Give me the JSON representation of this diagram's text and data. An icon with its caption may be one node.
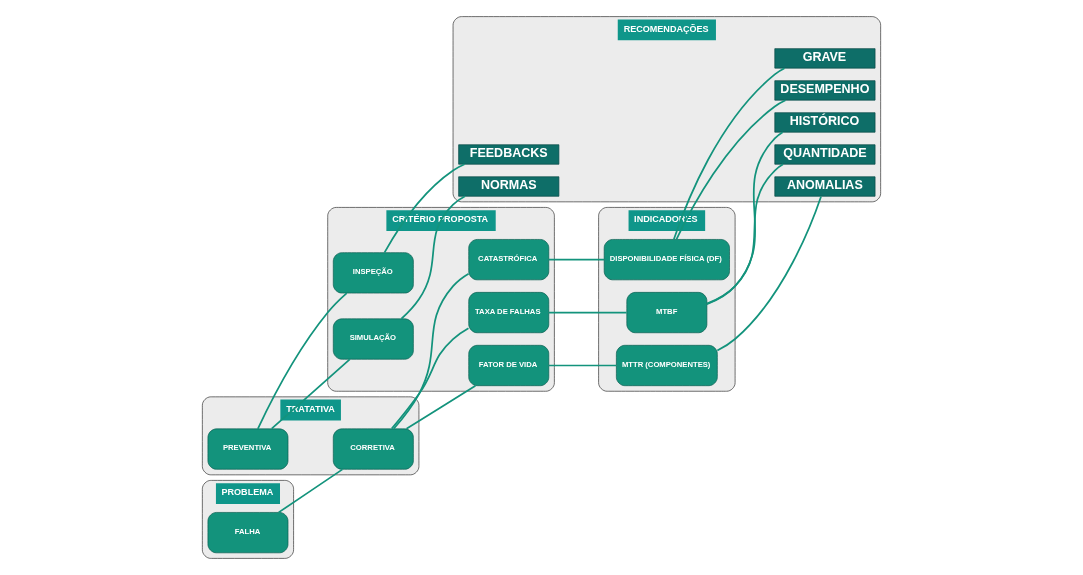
{
  "diagram": {
    "nodes": [
      {
        "text": [
          "PROBLEMA"
        ]
      },
      {
        "text": [
          "FALHA"
        ],
        "in": 0
      },
      {
        "text": [
          "TRATATIVA"
        ]
      },
      {
        "text": [
          "PREVENTIVA"
        ],
        "in": 2
      },
      {
        "text": [
          "CORRETIVA"
        ],
        "in": 2
      },
      {
        "text": [
          "CRITÉRIO PROPOSTA"
        ]
      },
      {
        "text": [
          "INSPEÇÃO"
        ],
        "in": 5
      },
      {
        "text": [
          "SIMULAÇÃO"
        ],
        "in": 5
      },
      {
        "text": [
          "CATASTRÓFICA"
        ],
        "in": 5
      },
      {
        "text": [
          "TAXA DE FALHAS"
        ],
        "in": 5
      },
      {
        "text": [
          "FATOR DE VIDA"
        ],
        "in": 5
      },
      {
        "text": [
          "INDICADORES"
        ]
      },
      {
        "text": [
          "DISPONIBILIDADE FÍSICA (DF)"
        ],
        "in": 11
      },
      {
        "text": [
          "MTBF"
        ],
        "in": 11
      },
      {
        "text": [
          "MTTR (COMPONENTES)"
        ],
        "in": 11
      },
      {
        "text": [
          "RECOMENDAÇÕES"
        ]
      },
      {
        "text": [
          "FEEDBACKS"
        ],
        "in": 15
      },
      {
        "text": [
          "NORMAS"
        ],
        "in": 15
      },
      {
        "text": [
          "GRAVE"
        ],
        "in": 15
      },
      {
        "text": [
          "DESEMPENHO"
        ],
        "in": 15
      },
      {
        "text": [
          "HISTÓRICO"
        ],
        "in": 15
      },
      {
        "text": [
          "QUANTIDADE"
        ],
        "in": 15
      },
      {
        "text": [
          "ANOMALIAS"
        ],
        "in": 15
      }
    ],
    "edges": [
      {
        "from": 1,
        "to": 4,
        "arrow": "none"
      },
      {
        "from": 3,
        "to": 6,
        "arrow": "none"
      },
      {
        "from": 3,
        "to": 7,
        "arrow": "none"
      },
      {
        "from": 4,
        "to": 8,
        "arrow": "none"
      },
      {
        "from": 4,
        "to": 9,
        "arrow": "none"
      },
      {
        "from": 4,
        "to": 10,
        "arrow": "none"
      },
      {
        "from": 6,
        "to": 16,
        "arrow": "none"
      },
      {
        "from": 7,
        "to": 17,
        "arrow": "none"
      },
      {
        "from": 8,
        "to": 12,
        "arrow": "none"
      },
      {
        "from": 9,
        "to": 13,
        "arrow": "none"
      },
      {
        "from": 10,
        "to": 14,
        "arrow": "none"
      },
      {
        "from": 12,
        "to": 18,
        "arrow": "none"
      },
      {
        "from": 12,
        "to": 19,
        "arrow": "none"
      },
      {
        "from": 13,
        "to": 20,
        "arrow": "none"
      },
      {
        "from": 13,
        "to": 21,
        "arrow": "none"
      },
      {
        "from": 14,
        "to": 22,
        "arrow": "none"
      }
    ]
  }
}
